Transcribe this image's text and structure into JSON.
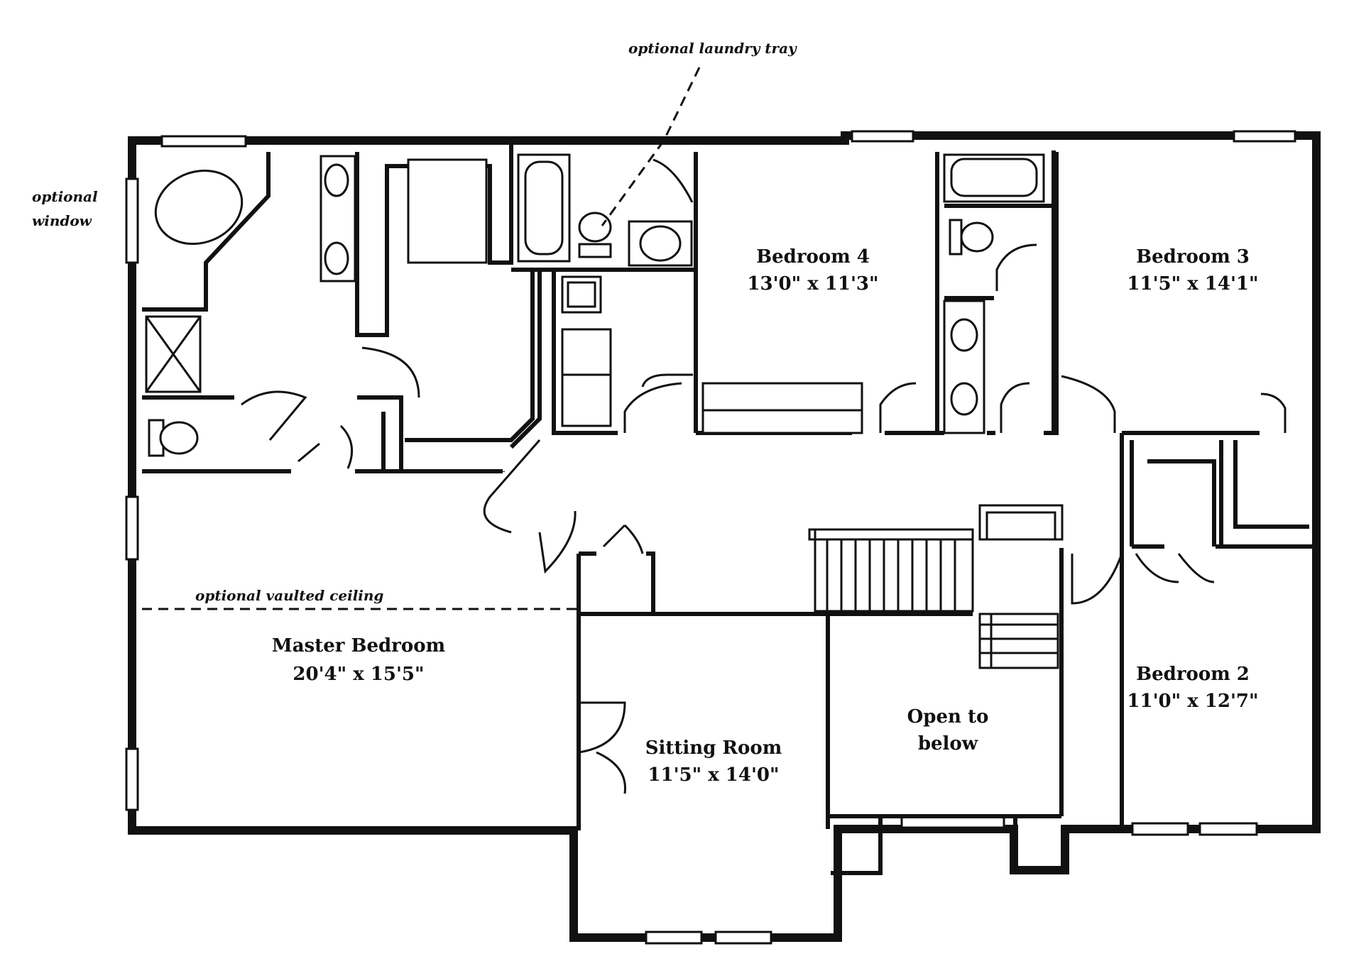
{
  "rooms": {
    "bedroom4": {
      "name": "Bedroom 4",
      "dim": "13'0\" x 11'3\""
    },
    "bedroom3": {
      "name": "Bedroom 3",
      "dim": "11'5\" x 14'1\""
    },
    "bedroom2": {
      "name": "Bedroom 2",
      "dim": "11'0\" x 12'7\""
    },
    "master": {
      "name": "Master Bedroom",
      "dim": "20'4\" x 15'5\""
    },
    "sitting": {
      "name": "Sitting Room",
      "dim": "11'5\" x 14'0\""
    },
    "open_below": {
      "line1": "Open to",
      "line2": "below"
    }
  },
  "notes": {
    "laundry_tray": "optional laundry tray",
    "window_line1": "optional",
    "window_line2": "window",
    "vaulted_ceiling": "optional vaulted ceiling"
  }
}
